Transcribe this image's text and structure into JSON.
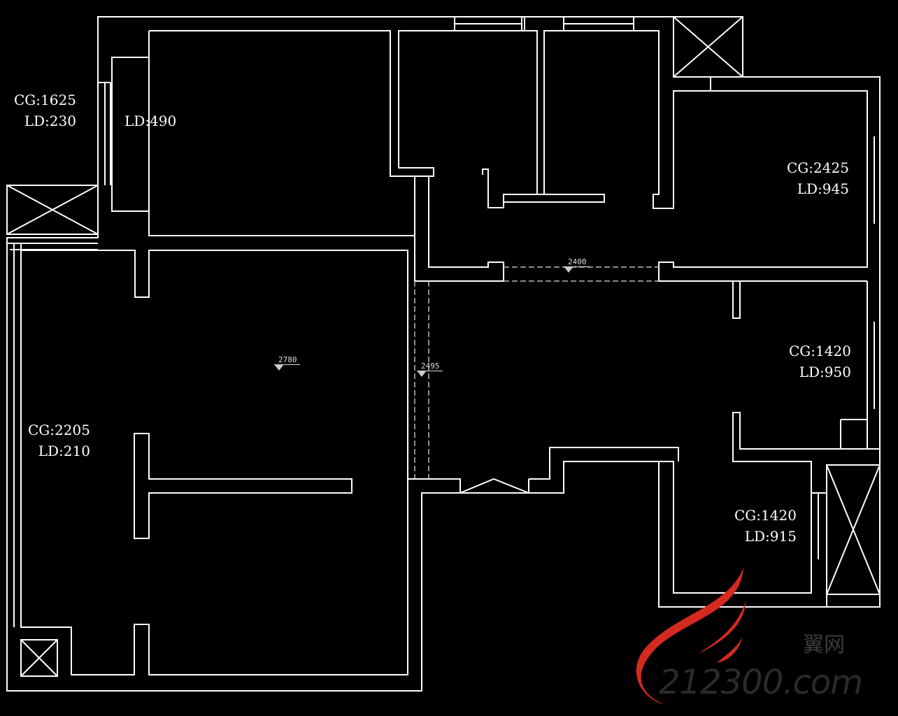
{
  "plan": {
    "rooms": [
      {
        "cg": "CG:1625",
        "ld": "LD:230"
      },
      {
        "cg": "",
        "ld": "LD:490"
      },
      {
        "cg": "CG:2425",
        "ld": "LD:945"
      },
      {
        "cg": "CG:1420",
        "ld": "LD:950"
      },
      {
        "cg": "CG:2205",
        "ld": "LD:210"
      },
      {
        "cg": "CG:1420",
        "ld": "LD:915"
      }
    ],
    "elevations": [
      "2400",
      "2780",
      "2495"
    ]
  },
  "watermark": {
    "number": "212300.com",
    "cn": "翼网",
    "color": "#d42a20"
  }
}
